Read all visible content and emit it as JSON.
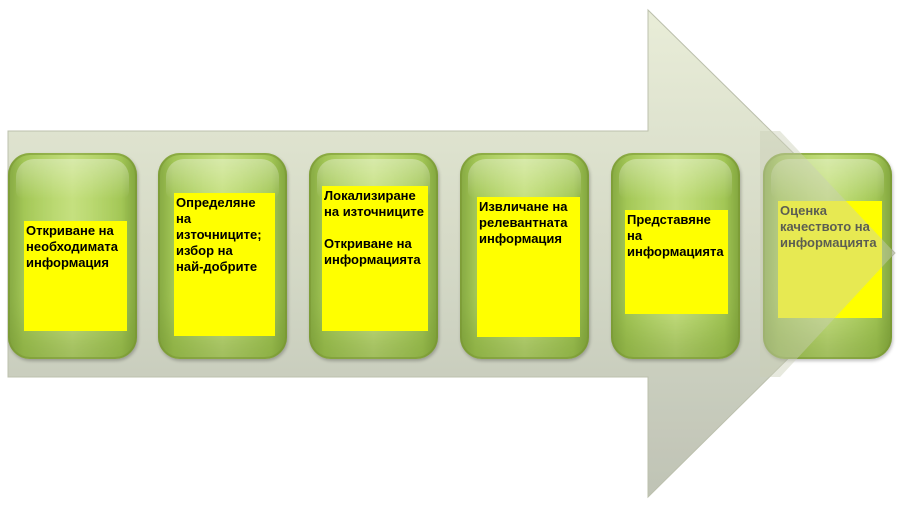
{
  "diagram": {
    "steps": [
      {
        "text": "Откриване на\nнеобходимата\nинформация"
      },
      {
        "text": "Определяне\nна\nизточниците;\nизбор на\nнай-добрите"
      },
      {
        "text": "Локализиране\nна източниците\n\nОткриване на\nинформацията"
      },
      {
        "text": "Извличане на\nрелевантната\nинформация"
      },
      {
        "text": "Представяне\nна\nинформацията"
      },
      {
        "text": "Оценка\nкачеството на\nинформацията"
      }
    ]
  }
}
